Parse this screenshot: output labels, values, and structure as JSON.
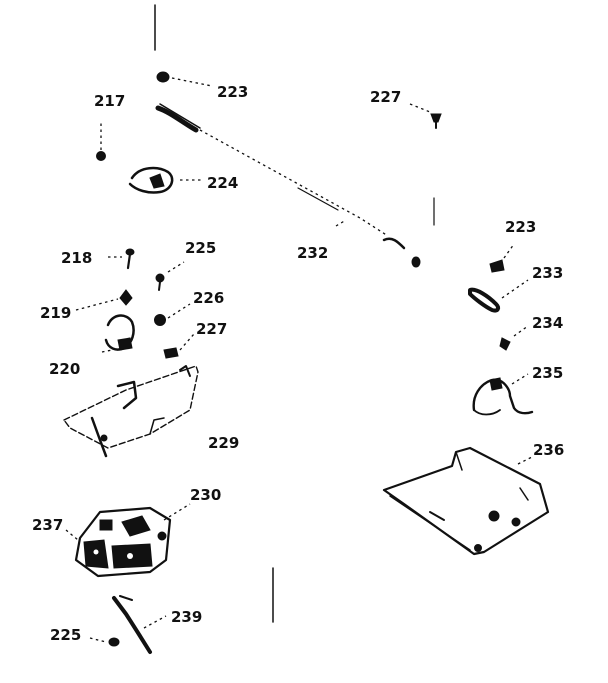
{
  "diagram": {
    "callouts": {
      "c217": "217",
      "c218": "218",
      "c219": "219",
      "c220": "220",
      "c223a": "223",
      "c223b": "223",
      "c224": "224",
      "c225a": "225",
      "c225b": "225",
      "c226": "226",
      "c227a": "227",
      "c227b": "227",
      "c229": "229",
      "c230": "230",
      "c232": "232",
      "c233": "233",
      "c234": "234",
      "c235": "235",
      "c236": "236",
      "c237": "237",
      "c239": "239"
    }
  }
}
